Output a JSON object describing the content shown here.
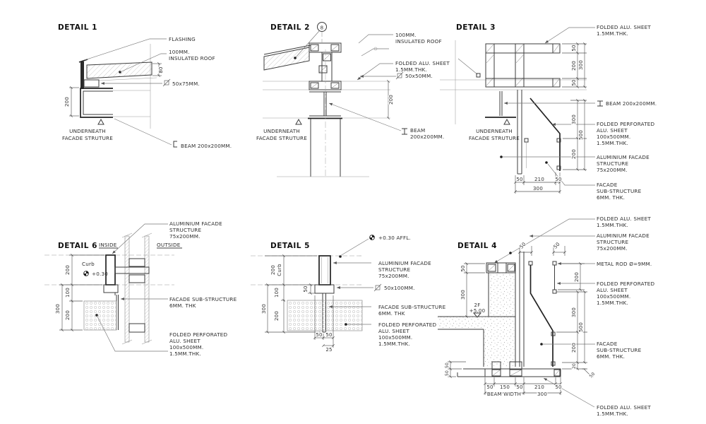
{
  "page": {
    "background": "#ffffff",
    "line_color": "#3c3c3c",
    "title_color": "#101010"
  },
  "d1": {
    "title": "DETAIL 1",
    "flashing": "FLASHING",
    "roof1": "100MM.",
    "roof2": "INSULATED ROOF",
    "tube": "50x75MM.",
    "under1": "UNDERNEATH",
    "under2": "FACADE STRUTURE",
    "beam": "BEAM 200x200MM.",
    "dim_200": "200",
    "dim_80": "80"
  },
  "d2": {
    "title": "DETAIL 2",
    "bubble": "8",
    "roof1": "100MM.",
    "roof2": "INSULATED ROOF",
    "sheet1": "FOLDED ALU. SHEET",
    "sheet2": "1.5MM.THK.",
    "tube": "50x50MM.",
    "dim_200": "200",
    "under1": "UNDERNEATH",
    "under2": "FACADE STRUTURE",
    "beam1": "BEAM",
    "beam2": "200x200MM."
  },
  "d3": {
    "title": "DETAIL 3",
    "sheet1": "FOLDED ALU. SHEET",
    "sheet2": "1.5MM.THK.",
    "beam": "BEAM 200x200MM.",
    "perf1": "FOLDED PERFORATED",
    "perf2": "ALU. SHEET",
    "perf3": "100x500MM.",
    "perf4": "1.5MM.THK.",
    "alu1": "ALUMINIUM FACADE",
    "alu2": "STRUCTURE",
    "alu3": "75x200MM.",
    "sub1": "FACADE",
    "sub2": "SUB-STRUCTURE",
    "sub3": "6MM. THK.",
    "under1": "UNDERNEATH",
    "under2": "FACADE STRUTURE",
    "dim_50a": "50",
    "dim_200a": "200",
    "dim_50b": "50",
    "dim_300a": "300",
    "dim_300b": "300",
    "dim_500": "500",
    "dim_200b": "200",
    "dim_50c": "50",
    "dim_210": "210",
    "dim_50d": "50",
    "dim_300c": "300"
  },
  "d4": {
    "title": "DETAIL 4",
    "sheet_top1": "FOLDED ALU. SHEET",
    "sheet_top2": "1.5MM.THK.",
    "alu1": "ALUMINIUM FACADE",
    "alu2": "STRUCTURE",
    "alu3": "75x200MM.",
    "rod": "METAL ROD Ø=9MM.",
    "perf1": "FOLDED PERFORATED",
    "perf2": "ALU. SHEET",
    "perf3": "100x500MM.",
    "perf4": "1.5MM.THK.",
    "sub1": "FACADE",
    "sub2": "SUB-STRUCTURE",
    "sub3": "6MM. THK.",
    "sheet_bot1": "FOLDED ALU. SHEET",
    "sheet_bot2": "1.5MM.THK.",
    "level1": "2F",
    "level2": "+5.00",
    "beam_width": "BEAM WIDTH",
    "dim_50_top1": "50",
    "dim_50_top2": "50",
    "dim_50_left": "50",
    "dim_300_left": "300",
    "dim_200_rod": "200",
    "dim_300r": "300",
    "dim_500r": "500",
    "dim_200r": "200",
    "dim_20r": "20",
    "dim_50r": "50",
    "dim_50s1": "50",
    "dim_50s2": "50",
    "dim_b1": "50",
    "dim_b2": "150",
    "dim_b3": "50",
    "dim_b4": "210",
    "dim_b5": "50",
    "dim_b300": "300"
  },
  "d5": {
    "title": "DETAIL 5",
    "affl": "+0.30 AFFL.",
    "alu1": "ALUMINIUM FACADE",
    "alu2": "STRUCTURE",
    "alu3": "75x200MM.",
    "tube": "50x100MM.",
    "sub1": "FACADE SUB-STRUCTURE",
    "sub2": "6MM. THK",
    "perf1": "FOLDED PERFORATED",
    "perf2": "ALU. SHEET",
    "perf3": "100x500MM.",
    "perf4": "1.5MM.THK.",
    "curb": "Curb",
    "dim_200a": "200",
    "dim_100": "100",
    "dim_300": "300",
    "dim_200b": "200",
    "dim_50p": "50",
    "dim_50a": "50",
    "dim_50b": "50",
    "dim_25": "25"
  },
  "d6": {
    "title": "DETAIL 6",
    "inside": "INSIDE",
    "outside": "OUTSIDE",
    "curb": "Curb",
    "level": "+0.30",
    "alu1": "ALUMINIUM FACADE",
    "alu2": "STRUCTURE",
    "alu3": "75x200MM.",
    "sub1": "FACADE SUB-STRUCTURE",
    "sub2": "6MM. THK",
    "perf1": "FOLDED PERFORATED",
    "perf2": "ALU. SHEET",
    "perf3": "100x500MM.",
    "perf4": "1.5MM.THK.",
    "dim_200a": "200",
    "dim_100": "100",
    "dim_200b": "200",
    "dim_300": "300"
  }
}
